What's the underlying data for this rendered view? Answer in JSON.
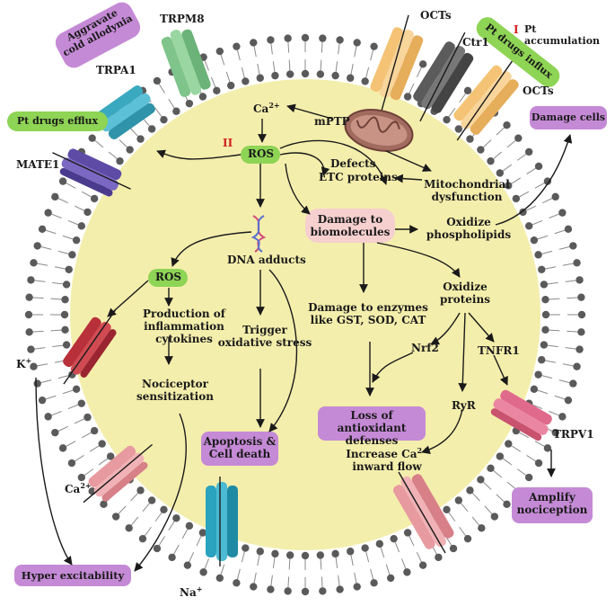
{
  "labels": {
    "trpm8": "TRPM8",
    "trpa1": "TRPA1",
    "mate1": "MATE1",
    "octs_top": "OCTs",
    "ctr1": "Ctr1",
    "octs_right": "OCTs",
    "pt_accum_marker": "I",
    "pt_accum": "Pt accumulation",
    "ca_top": "Ca",
    "ca_top_sup": "2+",
    "mptp": "mPTP",
    "marker_ii": "II",
    "ros_top": "ROS",
    "defects_1": "Defects",
    "defects_2": "ETC proteins",
    "mito_1": "Mitochondrial",
    "mito_2": "dysfunction",
    "damage_bio_1": "Damage to",
    "damage_bio_2": "biomolecules",
    "oxidize_phos_1": "Oxidize",
    "oxidize_phos_2": "phospholipids",
    "dna_adducts": "DNA adducts",
    "ros_left": "ROS",
    "prod_1": "Production of",
    "prod_2": "inflammation cytokines",
    "trigger_1": "Trigger",
    "trigger_2": "oxidative stress",
    "noci_1": "Nociceptor",
    "noci_2": "sensitization",
    "enz_1": "Damage to enzymes",
    "enz_2": "like GST, SOD, CAT",
    "ox_prot_1": "Oxidize",
    "ox_prot_2": "proteins",
    "nrf2": "Nrf2",
    "tnfr1": "TNFR1",
    "ryr": "RyR",
    "incr_1": "Increase Ca",
    "incr_sup": "2+",
    "incr_2": "inward flow",
    "trpv1": "TRPV1",
    "k_label": "K",
    "k_sup": "+",
    "ca_left": "Ca",
    "ca_left_sup": "2+",
    "na_label": "Na",
    "na_sup": "+"
  },
  "boxes": {
    "aggravate_1": "Aggravate",
    "aggravate_2": "cold allodynia",
    "pt_influx": "Pt drugs influx",
    "pt_efflux": "Pt drugs efflux",
    "damage_cells": "Damage  cells",
    "loss_1": "Loss of antioxidant",
    "loss_2": "defenses",
    "apoptosis_1": "Apoptosis &",
    "apoptosis_2": "Cell death",
    "amplify_1": "Amplify",
    "amplify_2": "nociception",
    "hyper": "Hyper excitability"
  },
  "colors": {
    "cytoplasm": "#f4eeac",
    "membrane_head": "#5a5a5a",
    "purple_box": "#c58ad6",
    "green_box": "#8ed455",
    "ros_bubble": "#8ed455",
    "pink_bubble": "#f6cfcf",
    "marker_red": "#d22222",
    "trpm8": "#7fc48a",
    "trpa1": "#3aa9c0",
    "mate1": "#5d4ba6",
    "octs": "#f5c375",
    "ctr1": "#5b5b5b",
    "k_channel": "#b8313a",
    "ca_channel": "#e79a9f",
    "na_channel": "#2aa3bf",
    "trpv1": "#e06a8b"
  }
}
